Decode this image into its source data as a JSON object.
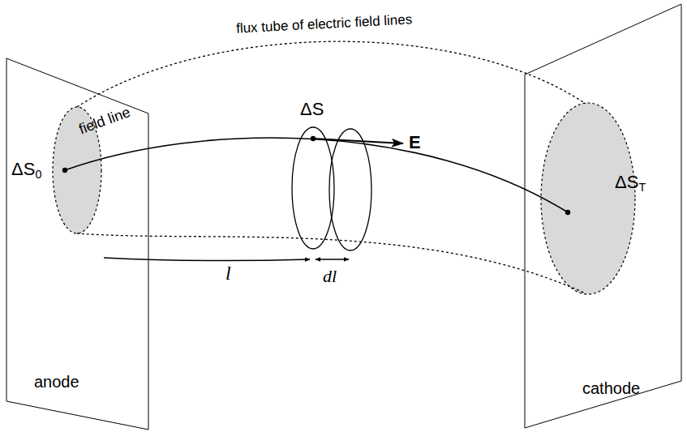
{
  "diagram": {
    "labels": [
      "flux tube of electric field lines",
      "ΔS",
      "E",
      "field line",
      "ΔS0",
      "l",
      "dl",
      "ΔST",
      "anode",
      "cathode"
    ]
  }
}
